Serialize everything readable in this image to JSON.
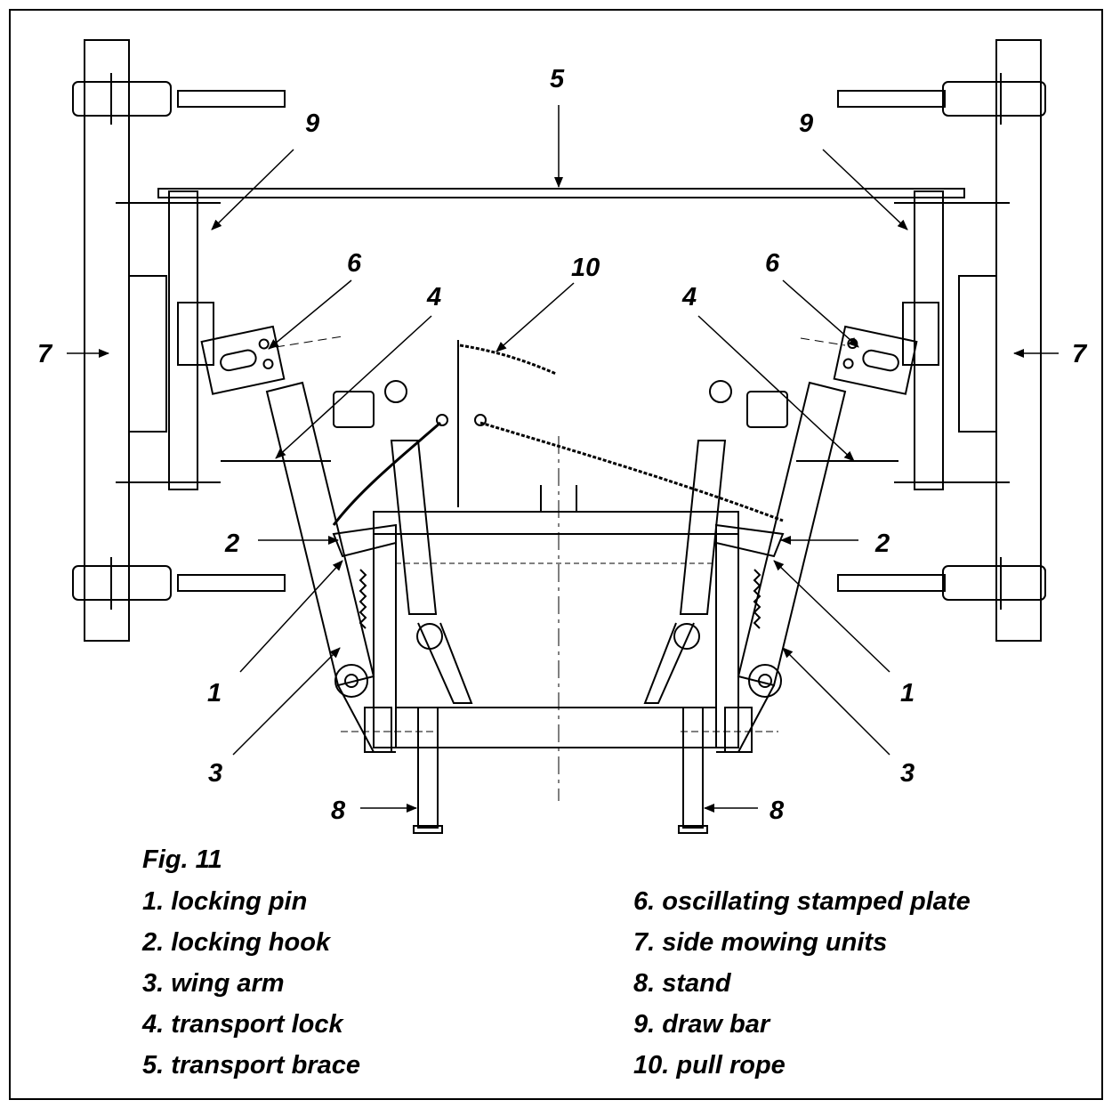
{
  "figure": {
    "title": "Fig. 11",
    "callouts": {
      "c1": "1",
      "c2": "2",
      "c3": "3",
      "c4": "4",
      "c5": "5",
      "c6": "6",
      "c7": "7",
      "c8": "8",
      "c9": "9",
      "c10": "10"
    },
    "legend_left": [
      "1. locking pin",
      "2. locking hook",
      "3. wing arm",
      "4. transport lock",
      "5. transport brace"
    ],
    "legend_right": [
      "6. oscillating stamped plate",
      "7. side mowing units",
      "8. stand",
      "9. draw bar",
      "10. pull rope"
    ]
  },
  "colors": {
    "ink": "#000000",
    "paper": "#ffffff"
  }
}
